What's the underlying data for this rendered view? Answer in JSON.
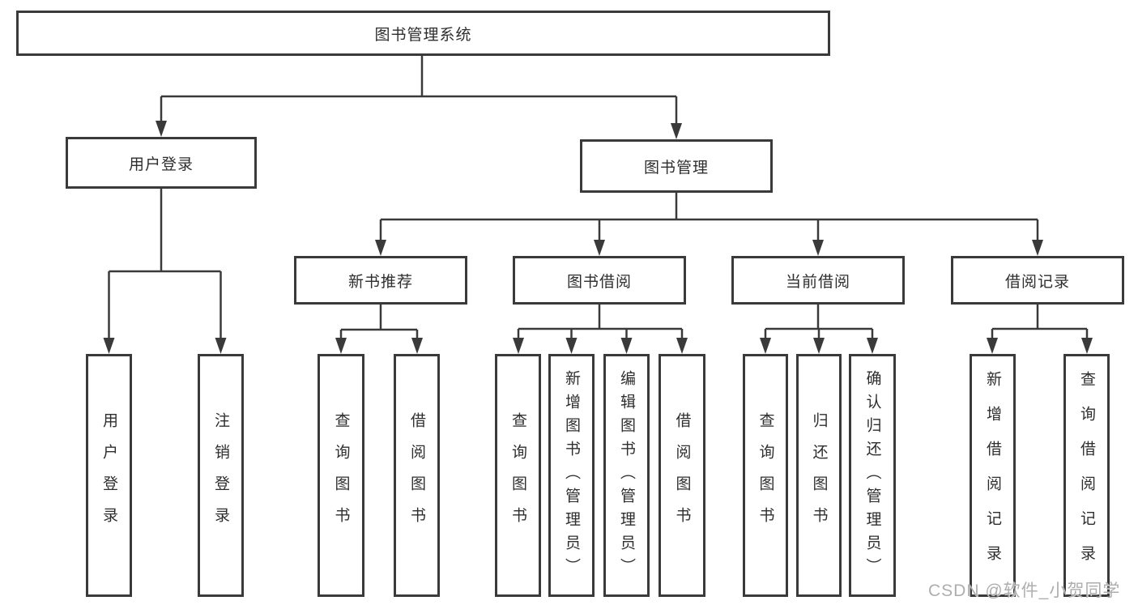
{
  "diagram": {
    "title": "图书管理系统",
    "branches": [
      {
        "label": "用户登录",
        "children": [
          "用户登录",
          "注销登录"
        ]
      },
      {
        "label": "图书管理",
        "sections": [
          {
            "label": "新书推荐",
            "children": [
              "查询图书",
              "借阅图书"
            ]
          },
          {
            "label": "图书借阅",
            "children": [
              "查询图书",
              "新增图书（管理员）",
              "编辑图书（管理员）",
              "借阅图书"
            ]
          },
          {
            "label": "当前借阅",
            "children": [
              "查询图书",
              "归还图书",
              "确认归还（管理员）"
            ]
          },
          {
            "label": "借阅记录",
            "children": [
              "新增借阅记录",
              "查询借阅记录"
            ]
          }
        ]
      }
    ]
  },
  "watermark": "CSDN @软件_小贺同学",
  "colors": {
    "line": "#3a3a3a",
    "border": "#3a3a3a",
    "text": "#2e2e2e",
    "watermark": "#aeaeae",
    "background": "#ffffff"
  }
}
